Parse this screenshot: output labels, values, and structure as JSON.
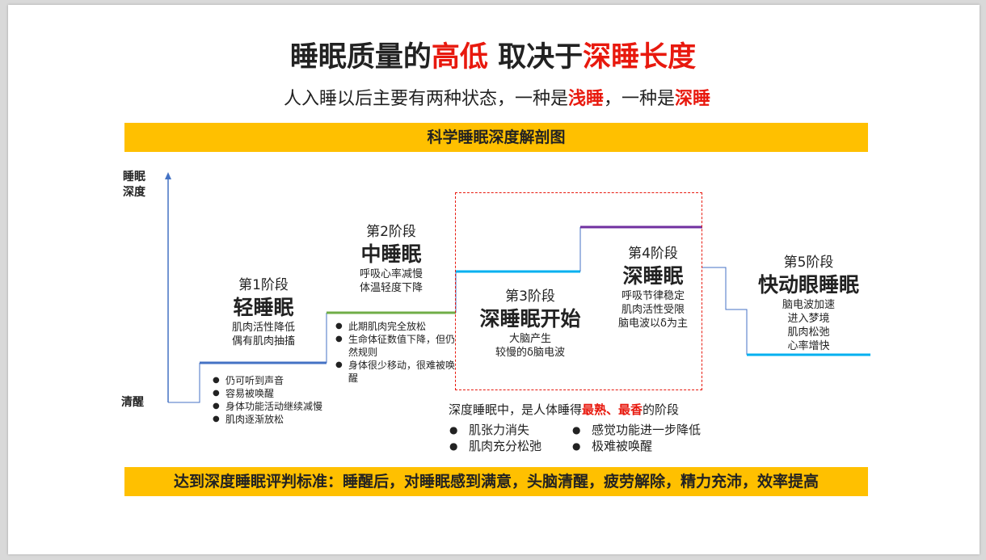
{
  "title": {
    "part1": "睡眠质量的",
    "part2": "高低",
    "part3": " 取决于",
    "part4": "深睡长度"
  },
  "subtitle": {
    "part1": "人入睡以后主要有两种状态，一种是",
    "part2": "浅睡",
    "part3": "，一种是",
    "part4": "深睡"
  },
  "diagram_title": "科学睡眠深度解剖图",
  "axis": {
    "y_label_line1": "睡眠",
    "y_label_line2": "深度",
    "bottom_label": "清醒"
  },
  "stages": [
    {
      "num": "第1阶段",
      "name": "轻睡眠",
      "desc": [
        "肌肉活性降低",
        "偶有肌肉抽搐"
      ],
      "color": "#4472c4",
      "bullets": [
        "仍可听到声音",
        "容易被唤醒",
        "身体功能活动继续减慢",
        "肌肉逐渐放松"
      ]
    },
    {
      "num": "第2阶段",
      "name": "中睡眠",
      "desc": [
        "呼吸心率减慢",
        "体温轻度下降"
      ],
      "color": "#70ad47",
      "bullets": [
        "此期肌肉完全放松",
        "生命体征数值下降，但仍然规则",
        "身体很少移动，很难被唤醒"
      ]
    },
    {
      "num": "第3阶段",
      "name": "深睡眠开始",
      "desc": [
        "大脑产生",
        "较慢的δ脑电波"
      ],
      "color": "#00b0f0"
    },
    {
      "num": "第4阶段",
      "name": "深睡眠",
      "desc": [
        "呼吸节律稳定",
        "肌肉活性受限",
        "脑电波以δ为主"
      ],
      "color": "#7030a0"
    },
    {
      "num": "第5阶段",
      "name": "快动眼睡眠",
      "desc": [
        "脑电波加速",
        "进入梦境",
        "肌肉松弛",
        "心率增快"
      ],
      "color": "#00b0f0"
    }
  ],
  "deep_note": {
    "part1": "深度睡眠中，是人体睡得",
    "part2": "最熟、最香",
    "part3": "的阶段"
  },
  "deep_features": [
    "肌张力消失",
    "感觉功能进一步降低",
    "肌肉充分松弛",
    "极难被唤醒"
  ],
  "criteria": "达到深度睡眠评判标准：睡醒后，对睡眠感到满意，头脑清醒，疲劳解除，精力充沛，效率提高",
  "colors": {
    "accent_red": "#e8190e",
    "bar_yellow": "#ffc000",
    "axis_blue": "#4472c4"
  }
}
